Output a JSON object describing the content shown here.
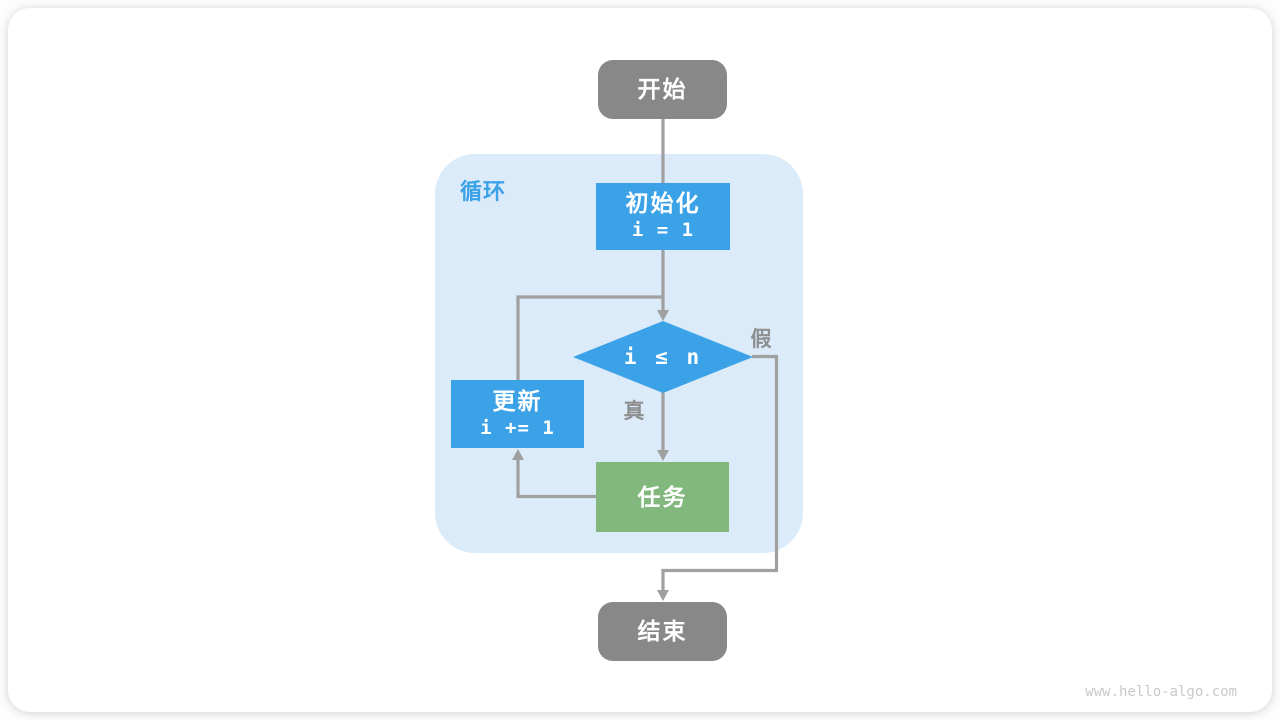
{
  "diagram": {
    "loop_label": "循环",
    "nodes": {
      "start": {
        "label": "开始"
      },
      "init": {
        "title": "初始化",
        "code": "i = 1"
      },
      "condition": {
        "code": "i ≤ n"
      },
      "update": {
        "title": "更新",
        "code": "i += 1"
      },
      "task": {
        "label": "任务"
      },
      "end": {
        "label": "结束"
      }
    },
    "branch_labels": {
      "true": "真",
      "false": "假"
    }
  },
  "watermark": "www.hello-algo.com",
  "colors": {
    "blue": "#3CA2E8",
    "green": "#82B87E",
    "gray-node": "#888888",
    "loop-bg": "#DBEBF9",
    "edge": "#A0A0A0",
    "branch-text": "#8F8F8F",
    "loop-label": "#3CA2E8",
    "watermark": "#C9C9C9",
    "card-bg": "#FFFFFF"
  }
}
